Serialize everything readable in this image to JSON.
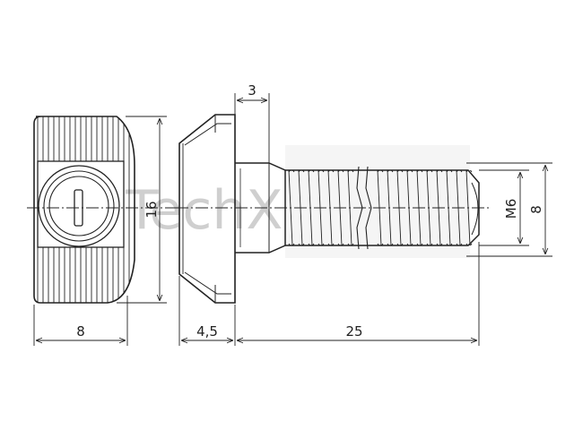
{
  "drawing": {
    "watermark": "TechX",
    "dimensions": {
      "nut_width": "8",
      "nut_height": "16",
      "head_height": "3",
      "head_length": "4,5",
      "shank_length": "25",
      "thread_size": "M6",
      "thread_diameter": "8"
    }
  },
  "colors": {
    "line": "#222222",
    "watermark": "#cfcfcf"
  }
}
